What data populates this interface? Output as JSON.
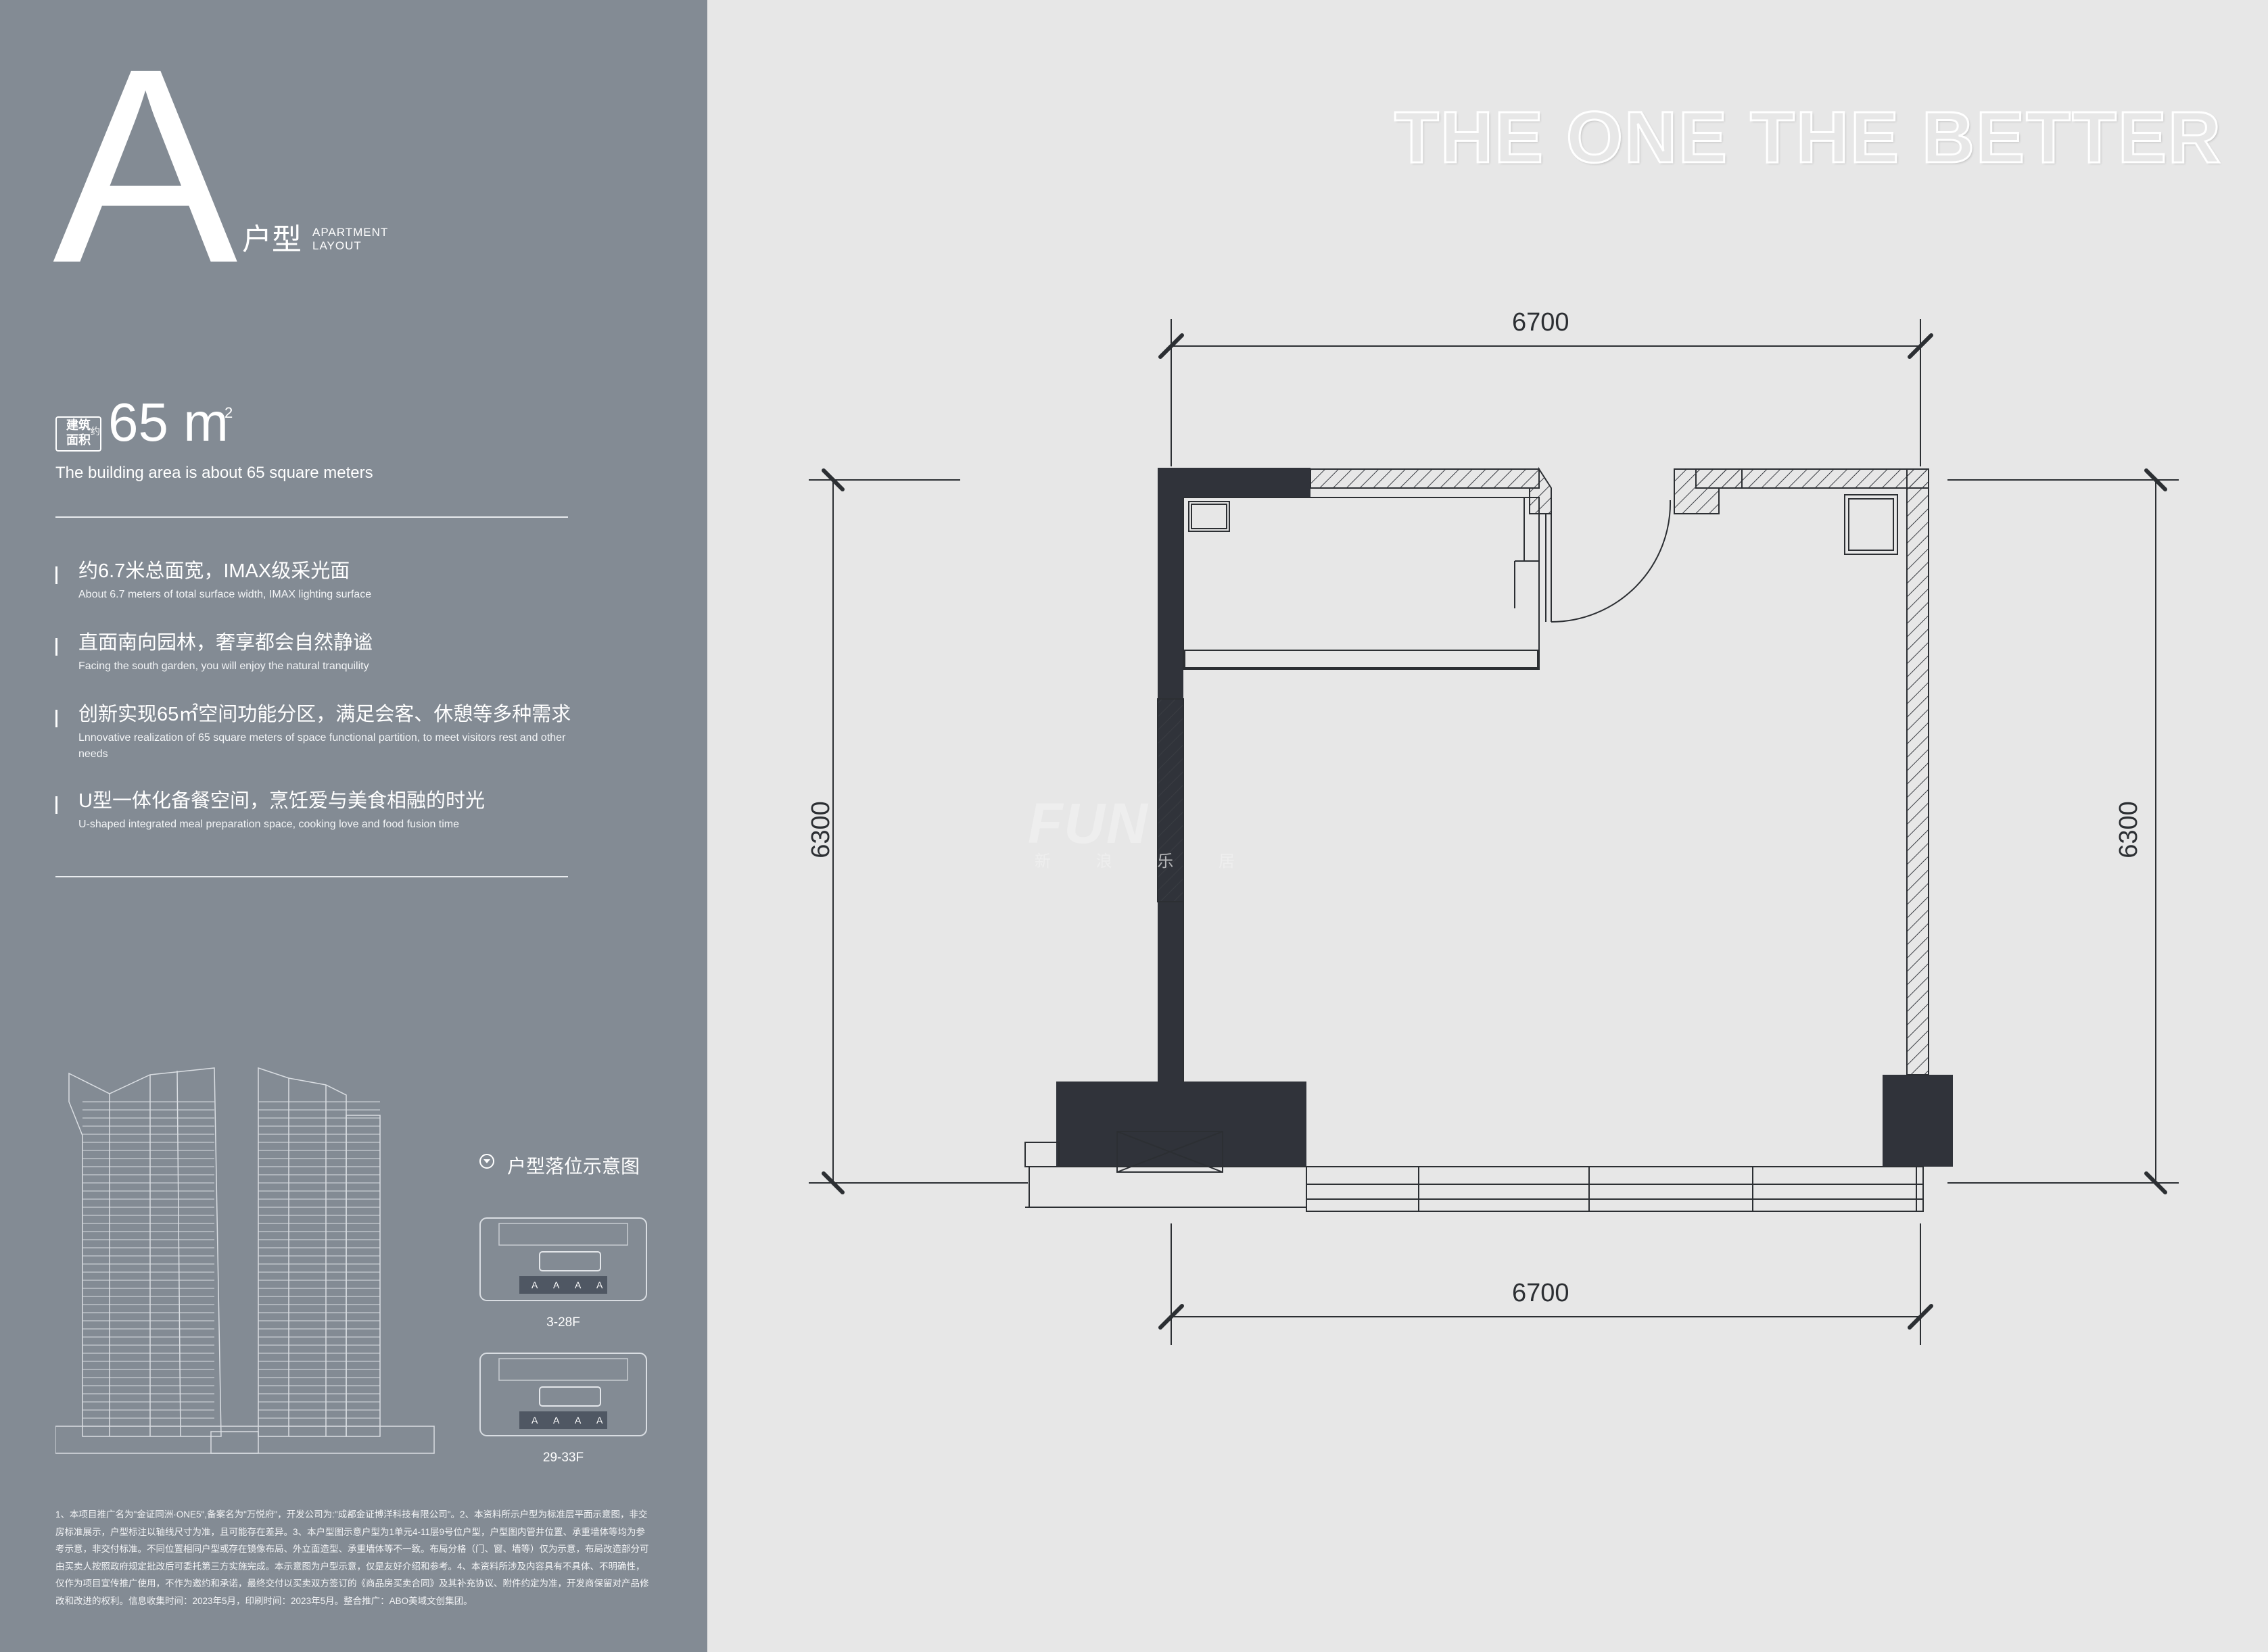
{
  "header": {
    "letter": "A",
    "layout_cn": "户型",
    "layout_en_1": "APARTMENT",
    "layout_en_2": "LAYOUT"
  },
  "area": {
    "tag_line1": "建筑",
    "tag_line2": "面积",
    "approx": "约",
    "value": "65 m",
    "sup": "2",
    "en": "The building area is about 65 square meters"
  },
  "features": [
    {
      "cn": "约6.7米总面宽，IMAX级采光面",
      "en": "About 6.7 meters of total surface width, IMAX lighting surface"
    },
    {
      "cn": "直面南向园林，奢享都会自然静谧",
      "en": "Facing the south garden, you will enjoy the natural tranquility"
    },
    {
      "cn": "创新实现65㎡空间功能分区，满足会客、休憩等多种需求",
      "en": "Lnnovative realization of 65 square meters of space functional partition, to meet visitors rest and other needs"
    },
    {
      "cn": "U型一体化备餐空间，烹饪爱与美食相融的时光",
      "en": "U-shaped integrated meal preparation space, cooking love and food fusion time"
    }
  ],
  "locator": {
    "title": "户型落位示意图",
    "floor_1": "3-28F",
    "floor_2": "29-33F",
    "unit_label": "A"
  },
  "disclaimer": "1、本项目推广名为\"金证同洲·ONE5\",备案名为\"万悦府\"，开发公司为:\"成都金证博洋科技有限公司\"。2、本资料所示户型为标准层平面示意图，非交房标准展示，户型标注以轴线尺寸为准，且可能存在差异。3、本户型图示意户型为1单元4-11层9号位户型，户型图内管井位置、承重墙体等均为参考示意，非交付标准。不同位置相同户型或存在镜像布局、外立面造型、承重墙体等不一致。布局分格（门、窗、墙等）仅为示意，布局改造部分可由买卖人按照政府规定批改后可委托第三方实施完成。本示意图为户型示意，仅是友好介绍和参考。4、本资料所涉及内容具有不具体、不明确性，仅作为项目宣传推广使用，不作为邀约和承诺，最终交付以买卖双方签订的《商品房买卖合同》及其补充协议、附件约定为准，开发商保留对产品修改和改进的权利。信息收集时间：2023年5月，印刷时间：2023年5月。整合推广：ABO美域文创集团。",
  "slogan": "THE ONE THE BETTER",
  "dimensions": {
    "top": "6700",
    "bottom": "6700",
    "left": "6300",
    "right": "6300"
  },
  "watermark": {
    "main": "FUN",
    "sub": "新 浪 乐 居"
  },
  "colors": {
    "panel": "#838b94",
    "background": "#e7e7e7",
    "wall": "#30333a"
  }
}
